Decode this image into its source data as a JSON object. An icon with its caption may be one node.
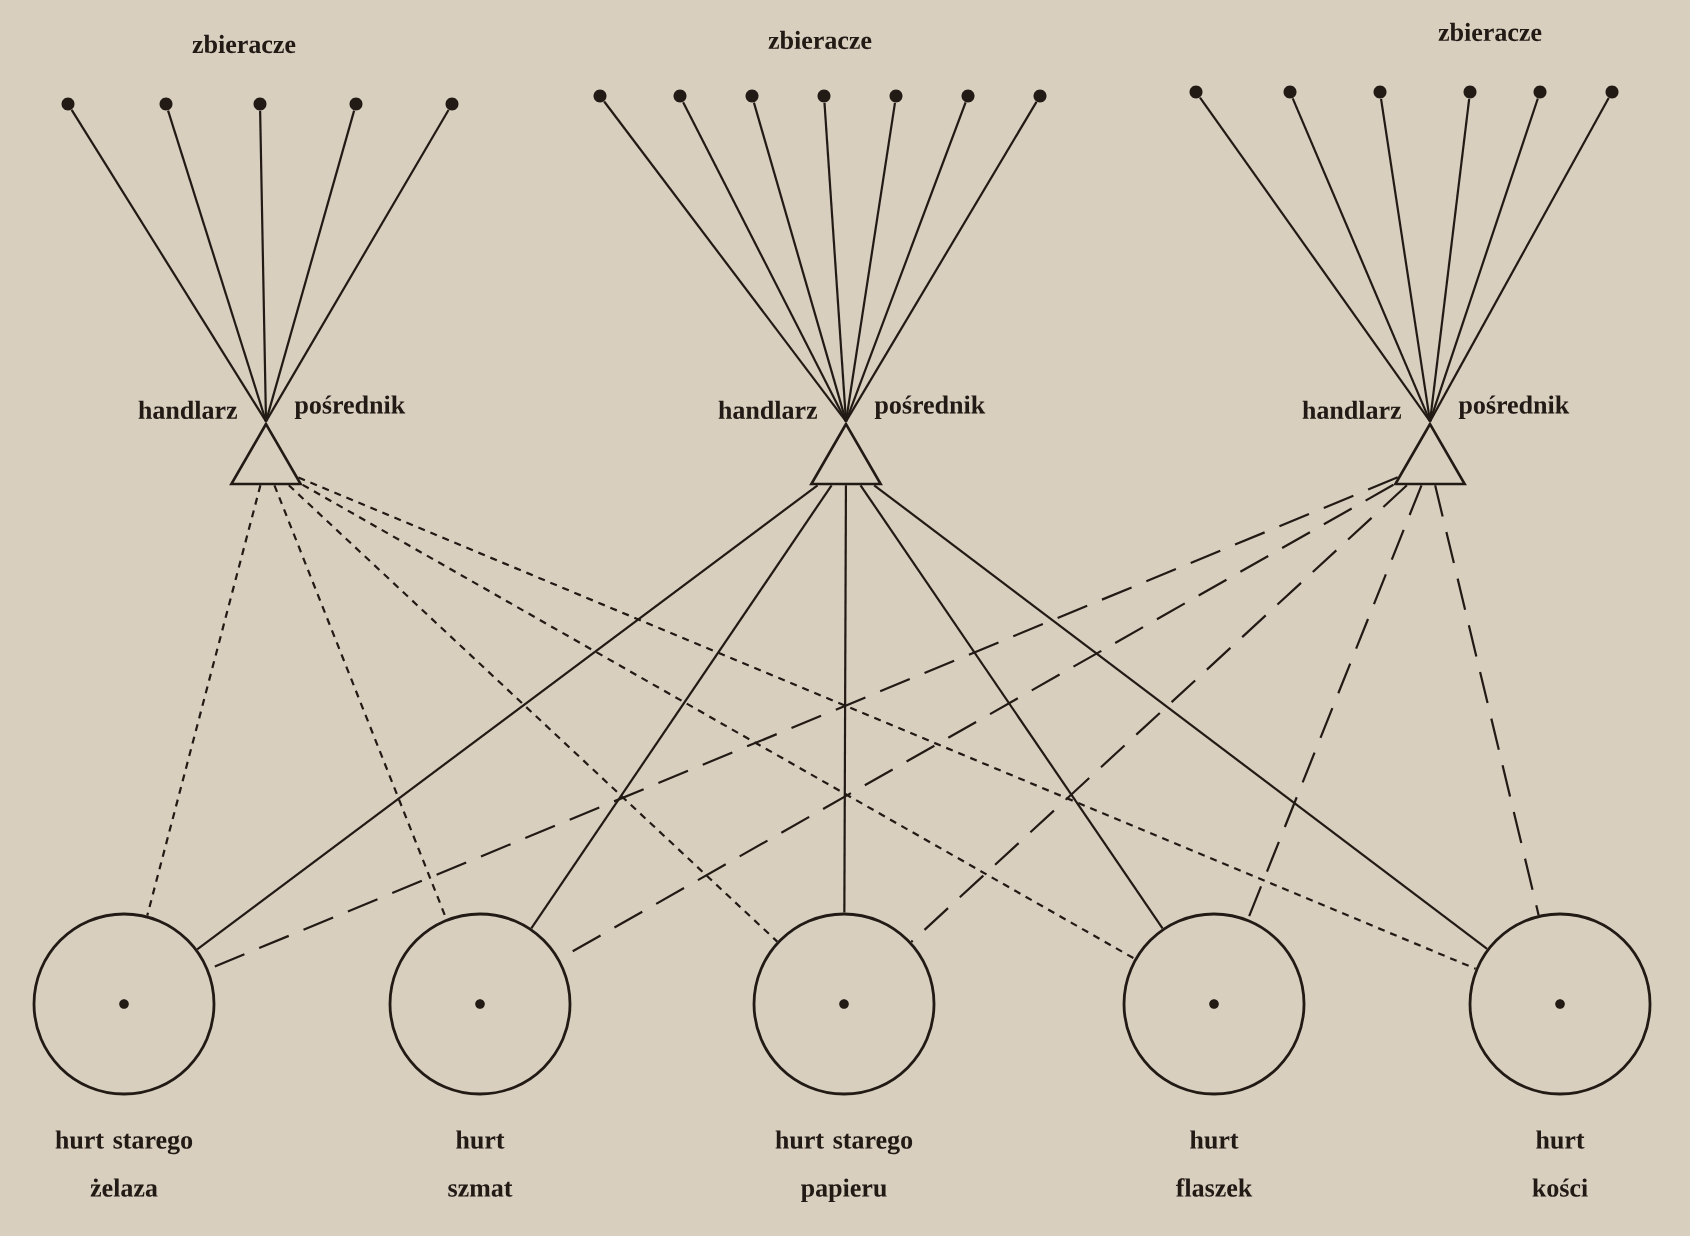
{
  "diagram": {
    "nodes": [
      {
        "text": [],
        "shape": "circle"
      },
      {
        "text": [],
        "shape": "circle"
      },
      {
        "text": [],
        "shape": "circle"
      },
      {
        "text": [],
        "shape": "circle"
      },
      {
        "text": [],
        "shape": "circle"
      },
      {
        "text": [],
        "shape": "circle"
      },
      {
        "text": [],
        "shape": "circle"
      },
      {
        "text": [],
        "shape": "circle"
      },
      {
        "text": [],
        "shape": "circle"
      },
      {
        "text": [],
        "shape": "circle"
      },
      {
        "text": [],
        "shape": "circle"
      },
      {
        "text": [],
        "shape": "circle"
      },
      {
        "text": [],
        "shape": "circle"
      },
      {
        "text": [],
        "shape": "circle"
      },
      {
        "text": [],
        "shape": "circle"
      },
      {
        "text": [],
        "shape": "circle"
      },
      {
        "text": [],
        "shape": "circle"
      },
      {
        "text": [],
        "shape": "circle"
      },
      {
        "text": [],
        "shape": "triangle",
        "beside": [
          "handlarz",
          "pośrednik"
        ]
      },
      {
        "text": [],
        "shape": "triangle",
        "beside": [
          "handlarz",
          "pośrednik"
        ]
      },
      {
        "text": [],
        "shape": "triangle",
        "beside": [
          "handlarz",
          "pośrednik"
        ]
      },
      {
        "text": [
          "hurt starego żelaza"
        ]
      },
      {
        "text": [
          "hurt szmat"
        ]
      },
      {
        "text": [
          "hurt starego papieru"
        ]
      },
      {
        "text": [
          "hurt flaszek"
        ]
      },
      {
        "text": [
          "hurt kości"
        ]
      }
    ],
    "edges": [
      {
        "from": 0,
        "to": 18,
        "arrow": "none"
      },
      {
        "from": 1,
        "to": 18,
        "arrow": "none"
      },
      {
        "from": 2,
        "to": 18,
        "arrow": "none"
      },
      {
        "from": 3,
        "to": 18,
        "arrow": "none"
      },
      {
        "from": 4,
        "to": 18,
        "arrow": "none"
      },
      {
        "from": 5,
        "to": 19,
        "arrow": "none"
      },
      {
        "from": 6,
        "to": 19,
        "arrow": "none"
      },
      {
        "from": 7,
        "to": 19,
        "arrow": "none"
      },
      {
        "from": 8,
        "to": 19,
        "arrow": "none"
      },
      {
        "from": 9,
        "to": 19,
        "arrow": "none"
      },
      {
        "from": 10,
        "to": 19,
        "arrow": "none"
      },
      {
        "from": 11,
        "to": 19,
        "arrow": "none"
      },
      {
        "from": 12,
        "to": 20,
        "arrow": "none"
      },
      {
        "from": 13,
        "to": 20,
        "arrow": "none"
      },
      {
        "from": 14,
        "to": 20,
        "arrow": "none"
      },
      {
        "from": 15,
        "to": 20,
        "arrow": "none"
      },
      {
        "from": 16,
        "to": 20,
        "arrow": "none"
      },
      {
        "from": 17,
        "to": 20,
        "arrow": "none"
      },
      {
        "from": 18,
        "to": 21,
        "arrow": "none",
        "style": "dashed"
      },
      {
        "from": 18,
        "to": 22,
        "arrow": "none",
        "style": "dashed"
      },
      {
        "from": 18,
        "to": 23,
        "arrow": "none",
        "style": "dashed"
      },
      {
        "from": 18,
        "to": 24,
        "arrow": "none",
        "style": "dashed"
      },
      {
        "from": 18,
        "to": 25,
        "arrow": "none",
        "style": "dashed"
      },
      {
        "from": 19,
        "to": 21,
        "arrow": "none"
      },
      {
        "from": 19,
        "to": 22,
        "arrow": "none"
      },
      {
        "from": 19,
        "to": 23,
        "arrow": "none"
      },
      {
        "from": 19,
        "to": 24,
        "arrow": "none"
      },
      {
        "from": 19,
        "to": 25,
        "arrow": "none"
      },
      {
        "from": 20,
        "to": 21,
        "arrow": "none",
        "style": "dashed"
      },
      {
        "from": 20,
        "to": 22,
        "arrow": "none",
        "style": "dashed"
      },
      {
        "from": 20,
        "to": 23,
        "arrow": "none",
        "style": "dashed"
      },
      {
        "from": 20,
        "to": 24,
        "arrow": "none",
        "style": "dashed"
      },
      {
        "from": 20,
        "to": 25,
        "arrow": "none",
        "style": "dashed"
      }
    ],
    "labels": [
      "zbieracze",
      "zbieracze",
      "zbieracze"
    ]
  }
}
